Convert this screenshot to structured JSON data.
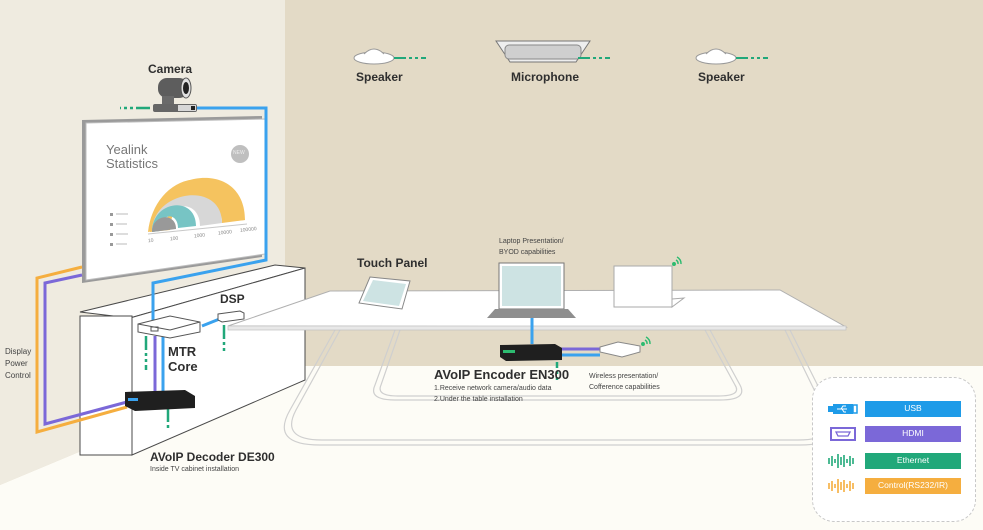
{
  "labels": {
    "camera": "Camera",
    "speaker_left": "Speaker",
    "microphone": "Microphone",
    "speaker_right": "Speaker",
    "touch_panel": "Touch Panel",
    "dsp": "DSP",
    "mtr_core_line1": "MTR",
    "mtr_core_line2": "Core",
    "display_power_control": [
      "Display",
      "Power",
      "Control"
    ],
    "laptop_caption": [
      "Laptop Presentation/",
      "BYOD capabilities"
    ],
    "encoder_title": "AVoIP Encoder EN300",
    "encoder_notes": [
      "1.Receive network camera/audio data",
      "2.Under the table installation"
    ],
    "wireless_caption": [
      "Wireless presentation/",
      "Cofference capabilities"
    ],
    "decoder_title": "AVoIP Decoder DE300",
    "decoder_note": "Inside TV cabinet installation"
  },
  "screen": {
    "title_line1": "Yealink",
    "title_line2": "Statistics",
    "badge": "NEW",
    "axis_ticks": [
      "10",
      "100",
      "1000",
      "10000",
      "100000"
    ]
  },
  "legend": [
    {
      "icon": "usb-icon",
      "label": "USB",
      "color": "#1e9be8"
    },
    {
      "icon": "hdmi-icon",
      "label": "HDMI",
      "color": "#7b68d8"
    },
    {
      "icon": "ethernet-wave-icon",
      "label": "Ethernet",
      "color": "#21a87a"
    },
    {
      "icon": "control-wave-icon",
      "label": "Control(RS232/IR)",
      "color": "#f5ae3f"
    }
  ],
  "colors": {
    "usb": "#3aa2ee",
    "hdmi": "#7b68d8",
    "ethernet": "#21a87a",
    "control": "#f5ae3f",
    "wifi": "#2dbb70"
  }
}
